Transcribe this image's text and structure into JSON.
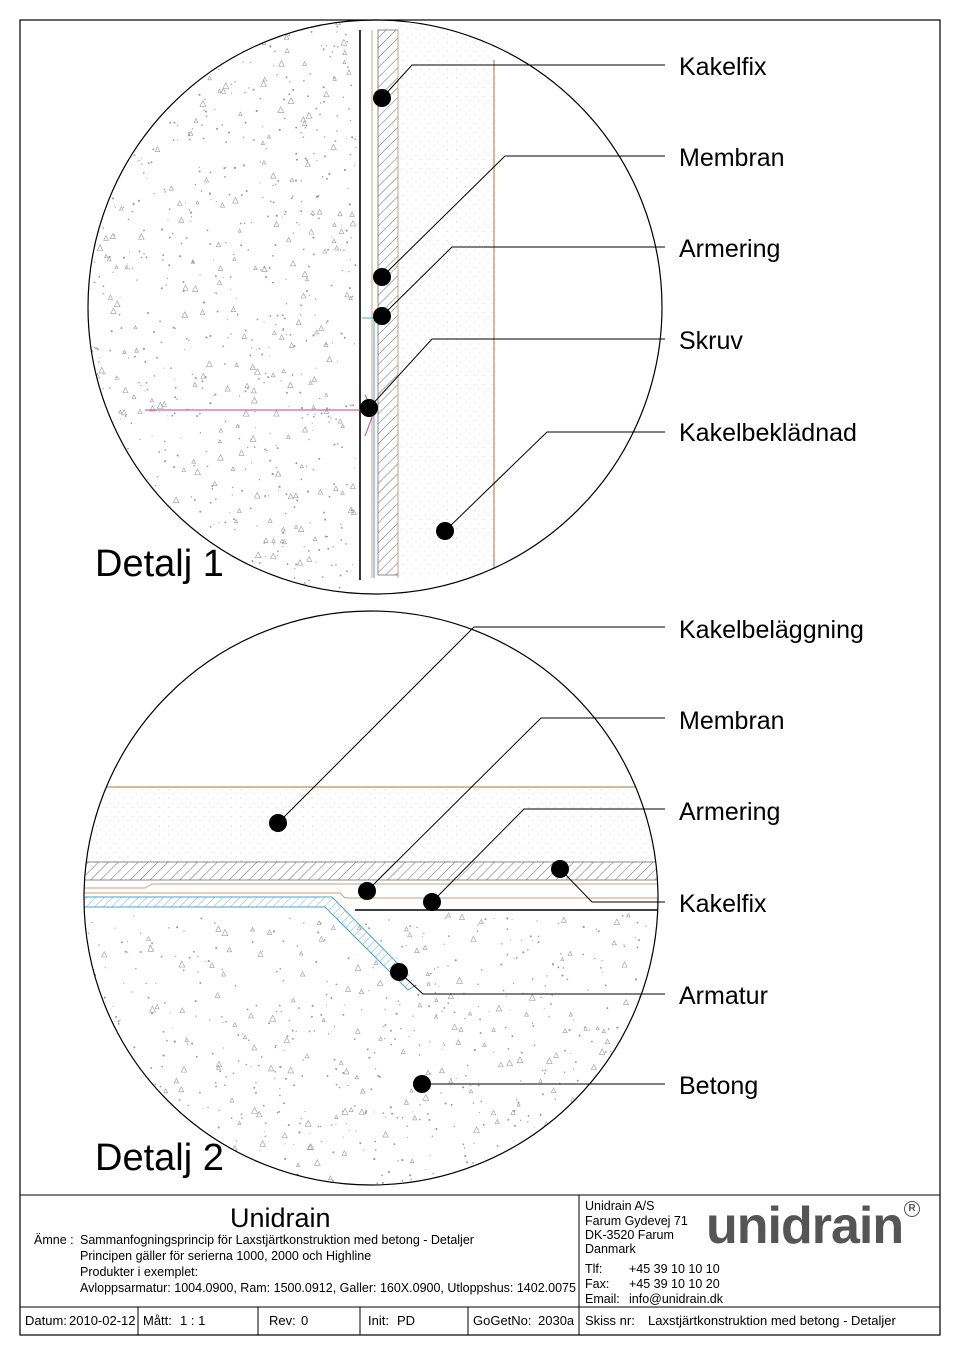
{
  "detail1": {
    "title": "Detalj 1",
    "labels": [
      "Kakelfix",
      "Membran",
      "Armering",
      "Skruv",
      "Kakelbeklädnad"
    ]
  },
  "detail2": {
    "title": "Detalj 2",
    "labels": [
      "Kakelbeläggning",
      "Membran",
      "Armering",
      "Kakelfix",
      "Armatur",
      "Betong"
    ]
  },
  "title_block": {
    "company_title": "Unidrain",
    "subject_label": "Ämne :",
    "subject_lines": [
      "Sammanfogningsprincip för Laxstjärtkonstruktion med betong - Detaljer",
      "Principen gäller för serierna 1000, 2000 och Highline",
      "Produkter i exemplet:",
      "Avloppsarmatur: 1004.0900, Ram: 1500.0912, Galler: 160X.0900, Utloppshus: 1402.0075"
    ],
    "address": [
      "Unidrain A/S",
      "Farum Gydevej 71",
      "DK-3520 Farum",
      "Danmark"
    ],
    "contact": [
      {
        "label": "Tlf:",
        "value": "+45 39 10 10 10"
      },
      {
        "label": "Fax:",
        "value": "+45 39 10 10 20"
      },
      {
        "label": "Email:",
        "value": "info@unidrain.dk"
      }
    ],
    "logo_text": "unidrain",
    "logo_mark": "R",
    "footer": {
      "datum_label": "Datum:",
      "datum_value": "2010-02-12",
      "matt_label": "Mått:",
      "matt_value": "1 : 1",
      "rev_label": "Rev:",
      "rev_value": "0",
      "init_label": "Init:",
      "init_value": "PD",
      "gogetno_label": "GoGetNo:",
      "gogetno_value": "2030a",
      "skiss_label": "Skiss nr:",
      "skiss_value": "Laxstjärtkonstruktion med betong - Detaljer"
    }
  },
  "colors": {
    "line": "#000000",
    "membrane": "#c9a27a",
    "armering": "#4aa3c7",
    "skruv": "#c0409a",
    "concrete_speckle": "#9a9a9a"
  }
}
